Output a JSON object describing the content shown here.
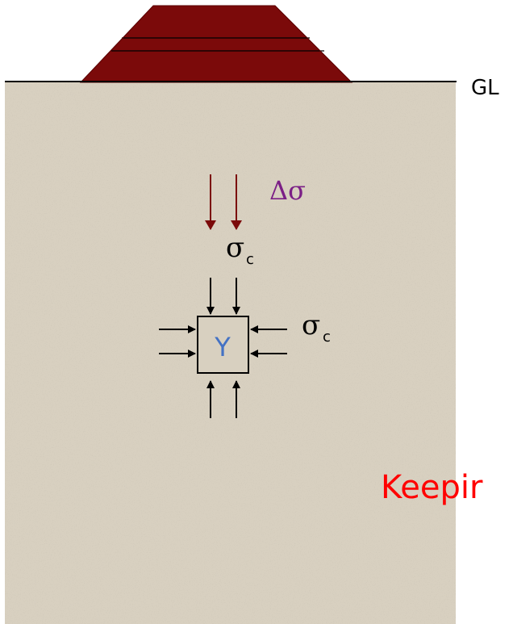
{
  "labels": {
    "ground_level": "GL",
    "applied_stress": "Δσ",
    "confining_sigma": "σ",
    "confining_subscript": "c",
    "element": "Y",
    "caption": "Keepir"
  },
  "colors": {
    "soil": "#d8d0c0",
    "embankment": "#7b0a0a",
    "applied_arrow": "#7b0a0a",
    "delta_sigma": "#7b1f86",
    "element_label": "#4472c4",
    "caption": "#ff0000"
  },
  "icons": {
    "embankment": "embankment-icon",
    "load_arrows": "down-arrow-icon",
    "confining_arrows": "arrow-icon"
  }
}
